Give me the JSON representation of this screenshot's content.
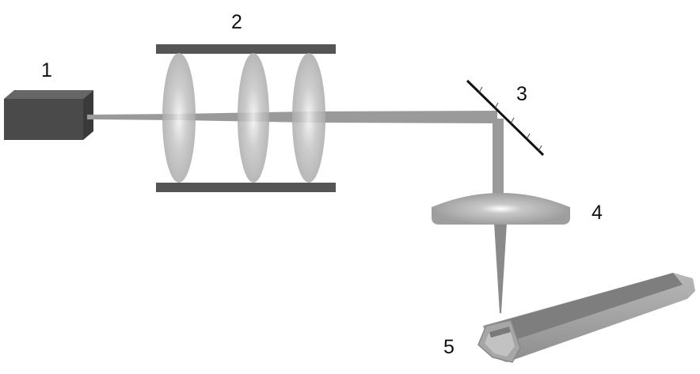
{
  "labels": {
    "laser": "1",
    "beam_expander": "2",
    "mirror": "3",
    "focusing_lens": "4",
    "hollow_fiber": "5"
  },
  "colors": {
    "laser_body": "#4a4a4a",
    "tube_bar": "#555555",
    "beam": "#9a9a9a",
    "lens": "#b5b5b5",
    "mirror": "#111111"
  }
}
